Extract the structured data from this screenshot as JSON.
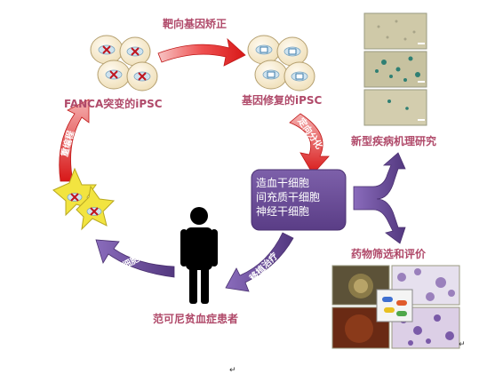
{
  "labels": {
    "gene_correction": "靶向基因矫正",
    "fanca_ipsc": "FANCA突变的iPSC",
    "repaired_ipsc": "基因修复的iPSC",
    "reprogramming": "重编程",
    "directed_diff": "定向分化",
    "somatic_isolation": "体细胞分离",
    "transplant_therapy": "移植治疗",
    "new_mechanism": "新型疾病机理研究",
    "drug_screening": "药物筛选和评价",
    "patient": "范可尼贫血症患者"
  },
  "cell_types": [
    "造血干细胞",
    "间充质干细胞",
    "神经干细胞"
  ],
  "marks": {
    "return_mark_1": "↵",
    "return_mark_2": "↵"
  },
  "colors": {
    "label_text": "#b04a6a",
    "red_arrow": "#e83030",
    "purple_arrow": "#6a4c9c",
    "center_box": "#6b4c96",
    "cell_fill": "#f7efdc",
    "nucleus_fill": "#cfe3ef",
    "mutation_mark": "#c0141e",
    "star_fill": "#f2e440"
  }
}
